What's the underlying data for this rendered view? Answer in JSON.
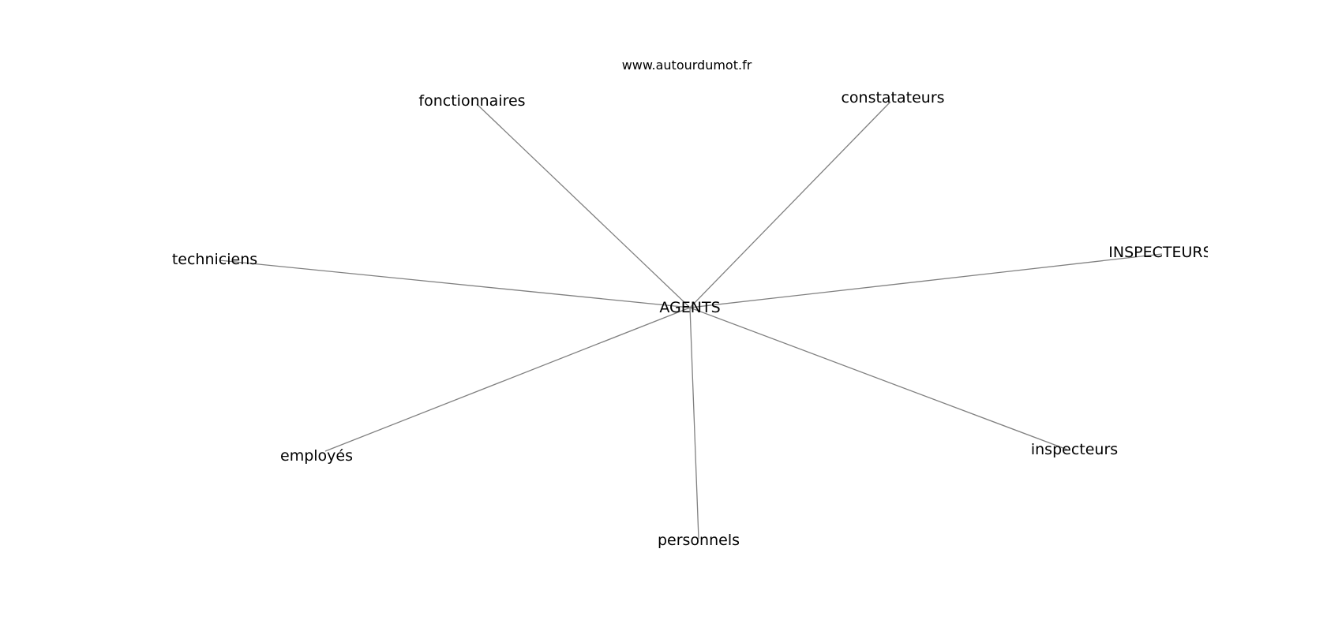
{
  "watermark": "www.autourdumot.fr",
  "colors": {
    "edge": "#808080",
    "text": "#000000",
    "background": "#ffffff"
  },
  "graph": {
    "center": {
      "id": "agents",
      "label": "AGENTS"
    },
    "nodes": [
      {
        "id": "fonctionnaires",
        "label": "fonctionnaires"
      },
      {
        "id": "constatateurs",
        "label": "constatateurs"
      },
      {
        "id": "techniciens",
        "label": "techniciens"
      },
      {
        "id": "inspecteurs-upper",
        "label": "INSPECTEURS"
      },
      {
        "id": "employes",
        "label": "employés"
      },
      {
        "id": "inspecteurs",
        "label": "inspecteurs"
      },
      {
        "id": "personnels",
        "label": "personnels"
      }
    ],
    "edges": [
      [
        "agents",
        "fonctionnaires"
      ],
      [
        "agents",
        "constatateurs"
      ],
      [
        "agents",
        "techniciens"
      ],
      [
        "agents",
        "inspecteurs-upper"
      ],
      [
        "agents",
        "employes"
      ],
      [
        "agents",
        "inspecteurs"
      ],
      [
        "agents",
        "personnels"
      ]
    ]
  }
}
